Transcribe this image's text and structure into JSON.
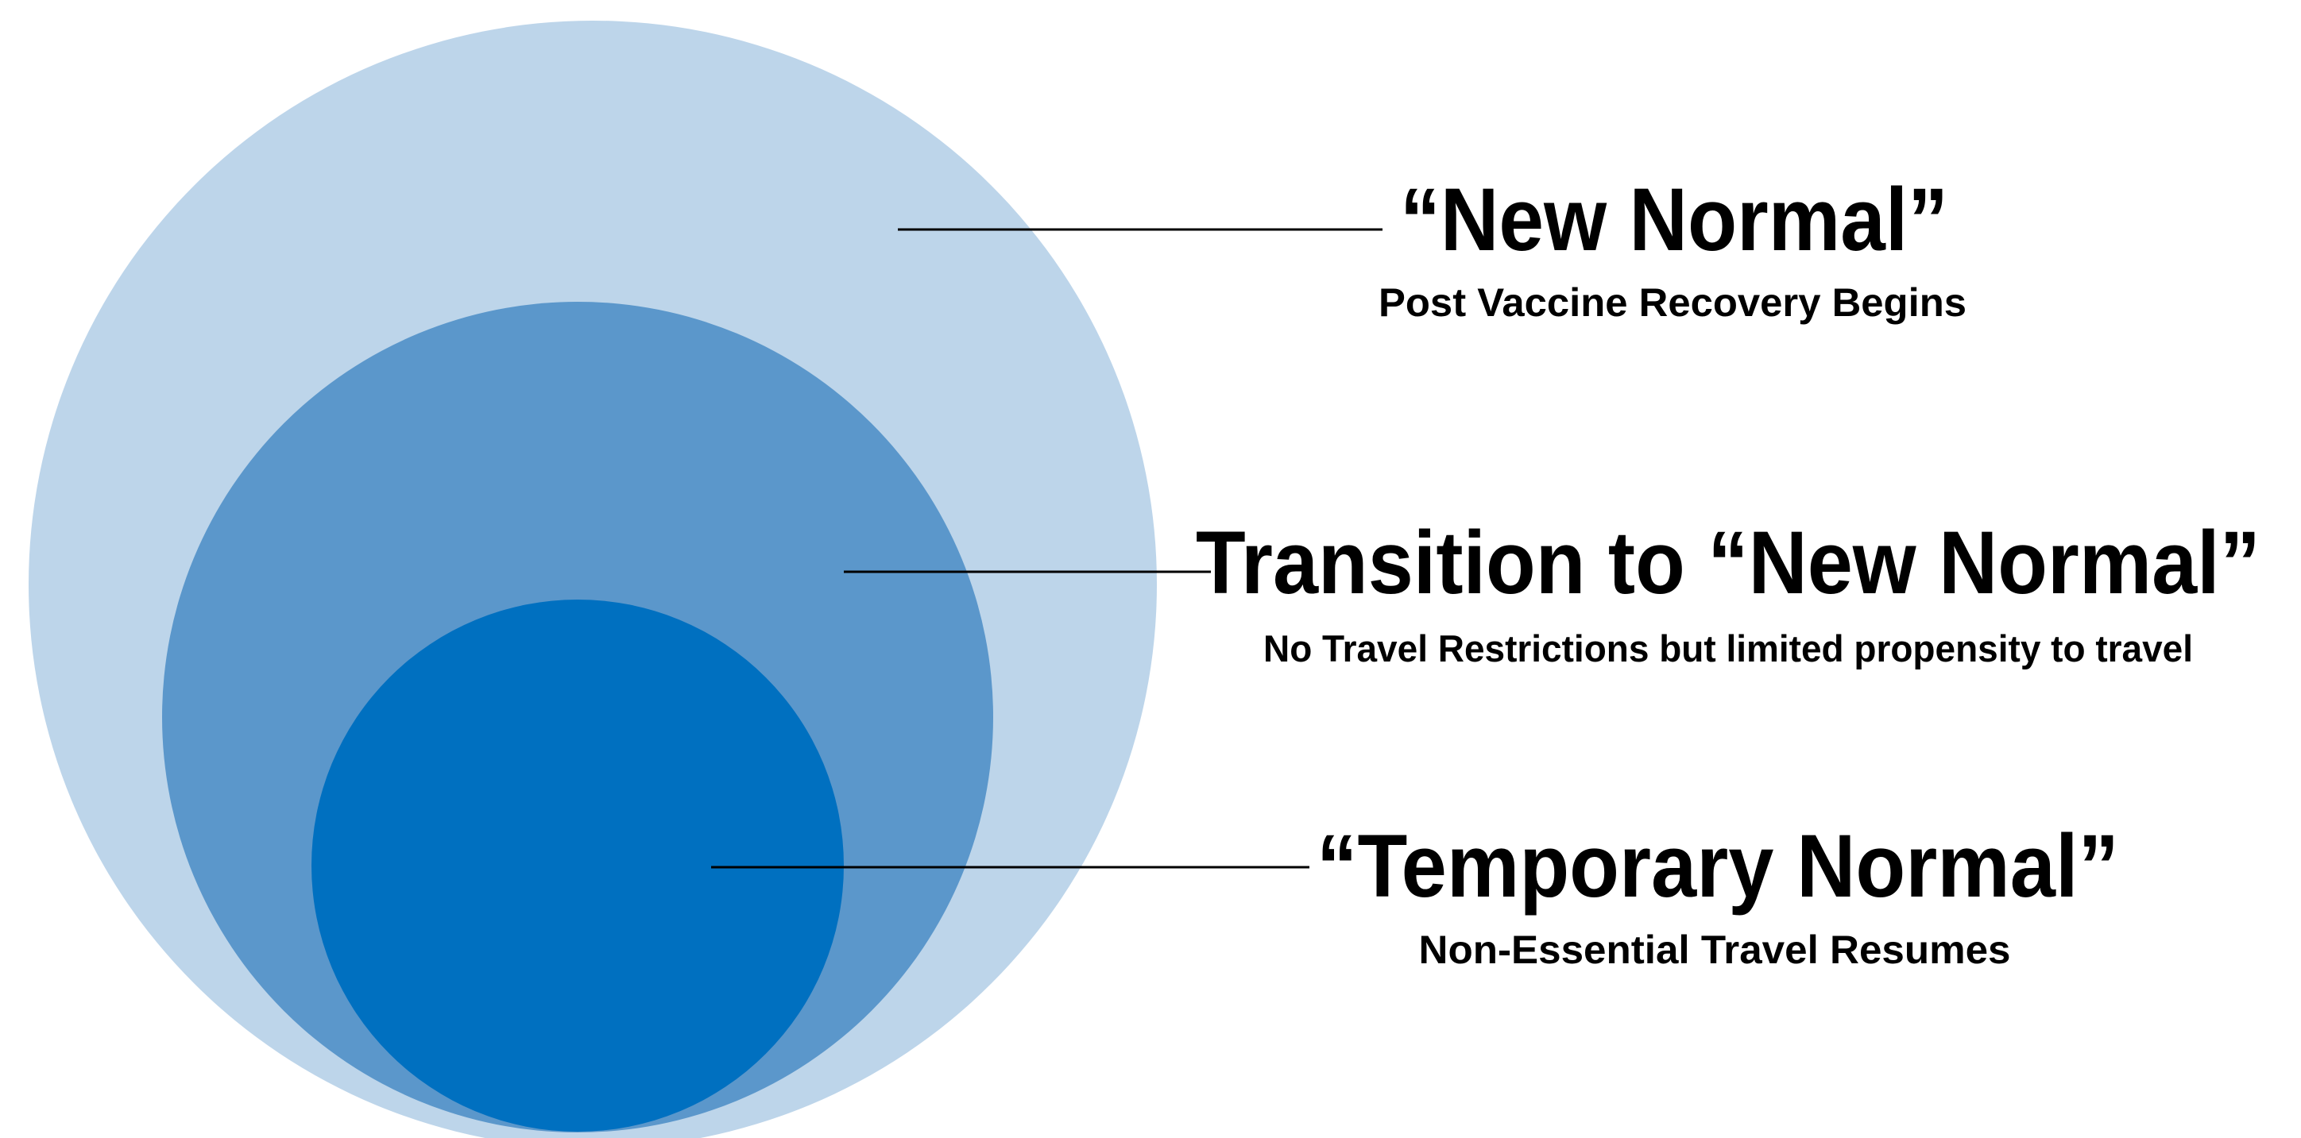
{
  "colors": {
    "outer_circle": "#bdd5ea",
    "middle_circle": "#5b97cb",
    "inner_circle": "#0070c0",
    "leader_line": "#000000",
    "text": "#000000",
    "background": "#ffffff"
  },
  "levels": [
    {
      "title": "“New Normal”",
      "subtitle": "Post Vaccine Recovery Begins"
    },
    {
      "title": "Transition to “New Normal”",
      "subtitle": "No Travel Restrictions but limited propensity to travel"
    },
    {
      "title": "“Temporary Normal”",
      "subtitle": "Non-Essential Travel Resumes"
    }
  ]
}
